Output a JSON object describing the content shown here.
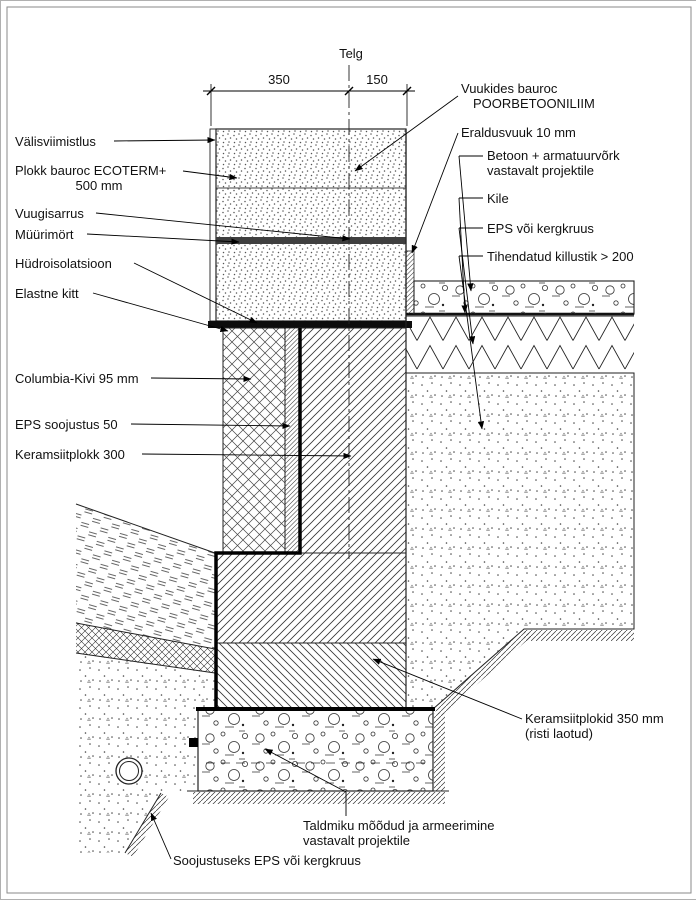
{
  "colors": {
    "ink": "#1a1a1a",
    "background": "#ffffff"
  },
  "axis": {
    "label": "Telg"
  },
  "dimensions": {
    "width_left": "350",
    "width_right": "150"
  },
  "labels_left": {
    "valisviimistlus": "Välisviimistlus",
    "plokk_line1": "Plokk bauroc ECOTERM+",
    "plokk_line2": "500 mm",
    "vuugisarrus": "Vuugisarrus",
    "muurimort": "Müürimört",
    "hudroisolatsioon": "Hüdroisolatsioon",
    "elastne_kitt": "Elastne kitt",
    "columbia": "Columbia-Kivi 95 mm",
    "eps_soojustus": "EPS soojustus 50",
    "keramsiitplokk": "Keramsiitplokk 300"
  },
  "labels_right": {
    "vuukides_line1": "Vuukides bauroc",
    "vuukides_line2": "POORBETOONILIIM",
    "eraldusvuuk": "Eraldusvuuk 10 mm",
    "betoon_line1": "Betoon + armatuurvõrk",
    "betoon_line2": "vastavalt projektile",
    "kile": "Kile",
    "eps_kergkruus": "EPS või kergkruus",
    "killustik": "Tihendatud killustik > 200",
    "keramsiitplokid_line1": "Keramsiitplokid 350 mm",
    "keramsiitplokid_line2": "(risti laotud)"
  },
  "labels_bottom": {
    "taldmik_line1": "Taldmiku mõõdud ja armeerimine",
    "taldmik_line2": "vastavalt projektile",
    "soojustuseks": "Soojustuseks EPS või kergkruus"
  }
}
